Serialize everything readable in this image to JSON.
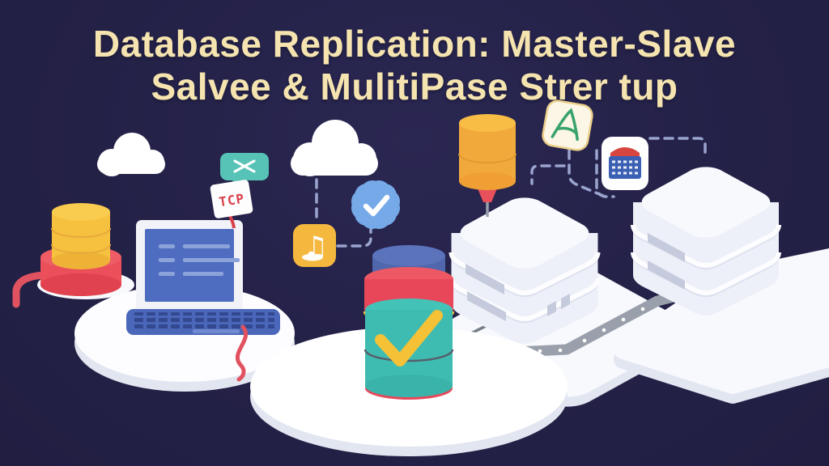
{
  "title": {
    "line1": "Database Replication: Master-Slave",
    "line2": "Salvee & MulitiPase Strer tup"
  },
  "labels": {
    "tcp_badge": "TCP"
  },
  "glyphs": {
    "music_note": "♫"
  },
  "icons": {
    "cloud_left": "cloud-icon",
    "cloud_center": "cloud-icon",
    "chat_bubble": "chat-bubble-x-icon",
    "tcp_card": "tcp-label-card",
    "music": "music-note-icon",
    "badge": "verified-check-badge-icon",
    "letter_a": "handwritten-a-card-icon",
    "calendar": "calendar-card-icon",
    "database_yellow_left": "database-cylinder-icon",
    "database_orange_right": "database-cylinder-icon",
    "database_checked_center": "database-checked-icon",
    "laptop": "laptop-icon",
    "server_center": "server-stack-icon",
    "server_right": "server-stack-icon",
    "road": "connection-road",
    "dashed_links": "dashed-connector-lines"
  },
  "colors": {
    "background": "#242147",
    "title_text": "#f5e4af",
    "cloud_white": "#ffffff",
    "platform_white": "#fdfdff",
    "platform_shadow": "#e2e6f1",
    "server_white": "#f7f9fd",
    "server_side": "#edf0f8",
    "slat_gray": "#c5cbdd",
    "db_yellow": "#f6c13f",
    "db_orange": "#f2a93c",
    "db_red": "#e8505b",
    "db_teal": "#3fbcb2",
    "db_blue_cap": "#5066ad",
    "check_yellow": "#f5c136",
    "badge_blue": "#76a9e8",
    "bubble_teal": "#57c3b6",
    "tcp_text_red": "#d9404a",
    "screen_blue": "#4e6cc0",
    "keyboard_blue": "#4b67ba",
    "dashed_line": "#99a4cf",
    "road_gray": "#9aa0ab",
    "cable_red": "#e05260"
  }
}
